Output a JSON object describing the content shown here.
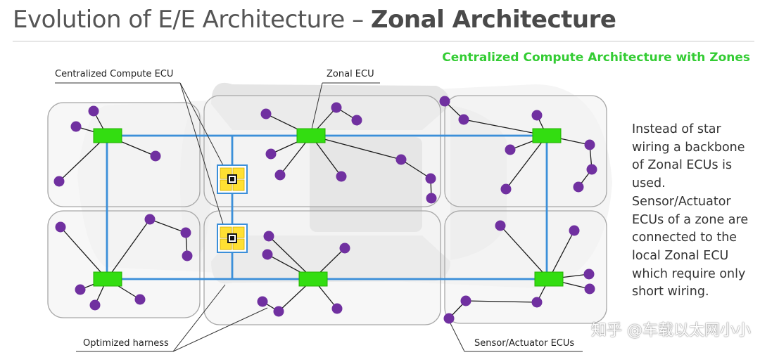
{
  "title": {
    "prefix": "Evolution of E/E Architecture – ",
    "bold": "Zonal Architecture"
  },
  "subtitle": "Centralized Compute Architecture with Zones",
  "description_lines": [
    "Instead of star",
    "wiring a backbone",
    "of Zonal ECUs is",
    "used.",
    "Sensor/Actuator",
    "ECUs of a zone are",
    "connected to the",
    "local Zonal ECU",
    "which require only",
    "short wiring."
  ],
  "callouts": {
    "central_ecu": "Centralized Compute ECU",
    "zonal_ecu": "Zonal ECU",
    "harness": "Optimized harness",
    "sensor_ecus": "Sensor/Actuator ECUs"
  },
  "watermark": "知乎 @车载以太网小小",
  "colors": {
    "zonal_ecu": "#33dd11",
    "sensor_node": "#7030a0",
    "backbone": "#3b8fd9",
    "compute_chip": "#ffe033",
    "subtitle": "#33cc33",
    "zone_border": "#aaaaaa"
  },
  "icons": [
    "car-top-view",
    "chip-icon"
  ]
}
